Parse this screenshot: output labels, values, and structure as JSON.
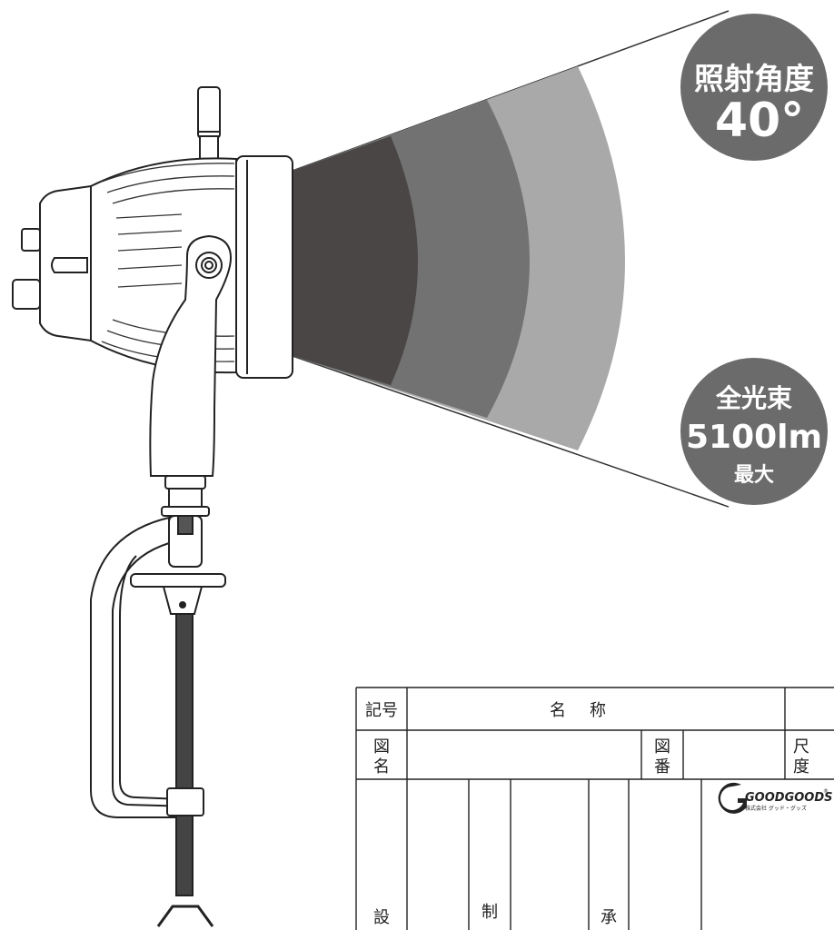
{
  "beam": {
    "colors": [
      "#4a4646",
      "#727272",
      "#a9a9a9"
    ]
  },
  "badges": {
    "angle": {
      "label": "照射角度",
      "value": "40°"
    },
    "flux": {
      "label": "全光束",
      "value": "5100lm",
      "note": "最大"
    }
  },
  "title_block": {
    "symbol_header": "記号",
    "name_header_a": "名",
    "name_header_b": "称",
    "drawing_name_a": "図",
    "drawing_name_b": "名",
    "drawing_no_a": "図",
    "drawing_no_b": "番",
    "scale_a": "尺",
    "scale_b": "度",
    "design": "設",
    "made": "制",
    "approved": "承"
  },
  "logo": {
    "name": "GOODGOODS",
    "company": "株式会社 グッド・グッズ",
    "mark": "®"
  }
}
